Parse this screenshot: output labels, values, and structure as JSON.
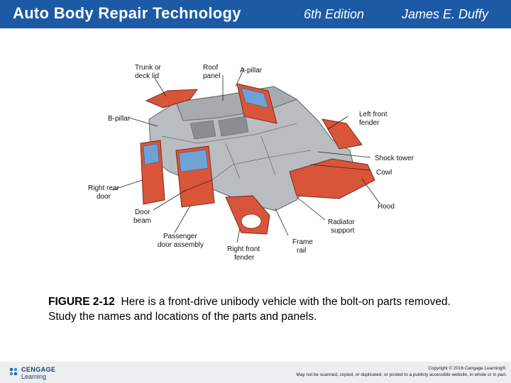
{
  "header": {
    "title": "Auto Body Repair Technology",
    "edition": "6th Edition",
    "author": "James E. Duffy"
  },
  "figure": {
    "labels": {
      "trunk": [
        "Trunk or",
        "deck lid"
      ],
      "roof": [
        "Roof",
        "panel"
      ],
      "apillar": [
        "A-pillar"
      ],
      "bpillar": [
        "B-pillar"
      ],
      "leftfender": [
        "Left front",
        "fender"
      ],
      "shocktower": [
        "Shock tower"
      ],
      "cowl": [
        "Cowl"
      ],
      "reardoor": [
        "Right rear",
        "door"
      ],
      "hood": [
        "Hood"
      ],
      "doorbeam": [
        "Door",
        "beam"
      ],
      "radsupport": [
        "Radiator",
        "support"
      ],
      "passdoor": [
        "Passenger",
        "door assembly"
      ],
      "framerail": [
        "Frame",
        "rail"
      ],
      "rightfender": [
        "Right front",
        "fender"
      ]
    }
  },
  "caption": {
    "label": "FIGURE 2-12",
    "text": "Here is a front-drive unibody vehicle with the bolt-on parts removed. Study the names and locations of the parts and panels."
  },
  "footer": {
    "logo_line1": "CENGAGE",
    "logo_line2": "Learning",
    "copyright_line1": "Copyright © 2016 Cengage Learning®.",
    "copyright_line2": "May not be scanned, copied, or duplicated, or posted to a publicly accessible website, in whole or in part."
  },
  "colors": {
    "header_bg": "#1c5aa6",
    "panel_red": "#d9553a",
    "body_gray": "#b9bdc1",
    "glass_blue": "#6fa3d6"
  }
}
